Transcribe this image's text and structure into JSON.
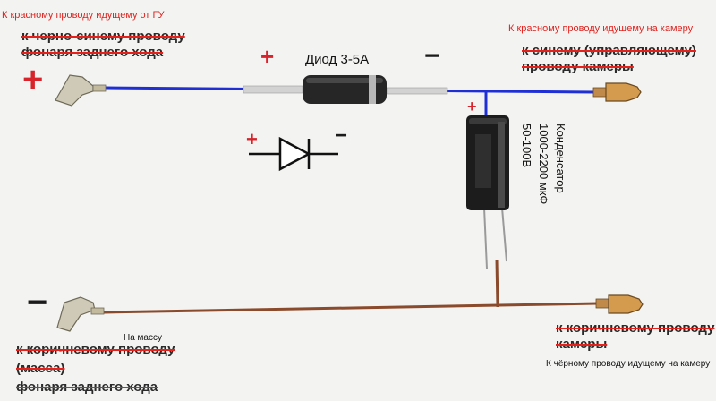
{
  "labels": {
    "top_left_red": "К красному проводу идущему  от ГУ",
    "top_left_strike_1": "к черно-синему проводу",
    "top_left_strike_2": "фонаря заднего хода",
    "top_right_red": "К красному проводу идущему на камеру",
    "top_right_strike_1": "к синему (управляющему)",
    "top_right_strike_2": "проводу камеры",
    "diode": "Диод 3-5А",
    "capacitor_1": "Конденсатор",
    "capacitor_2": "1000-2200 мкФ",
    "capacitor_3": "50-100В",
    "ground": "На массу",
    "bottom_left_strike_1": "к коричневому проводу",
    "bottom_left_strike_2": "(масса)",
    "bottom_left_strike_3": "фонаря заднего хода",
    "bottom_right_strike_1": "к коричневому проводу",
    "bottom_right_strike_2": "камеры",
    "bottom_right_black": "К чёрному проводу идущему на камеру"
  },
  "signs": {
    "plus": "+",
    "minus": "−"
  },
  "colors": {
    "wire_positive": "#1f2fd6",
    "wire_ground": "#8a4a2b",
    "annotation_red": "#e0231f",
    "sign_red": "#d8232a"
  }
}
